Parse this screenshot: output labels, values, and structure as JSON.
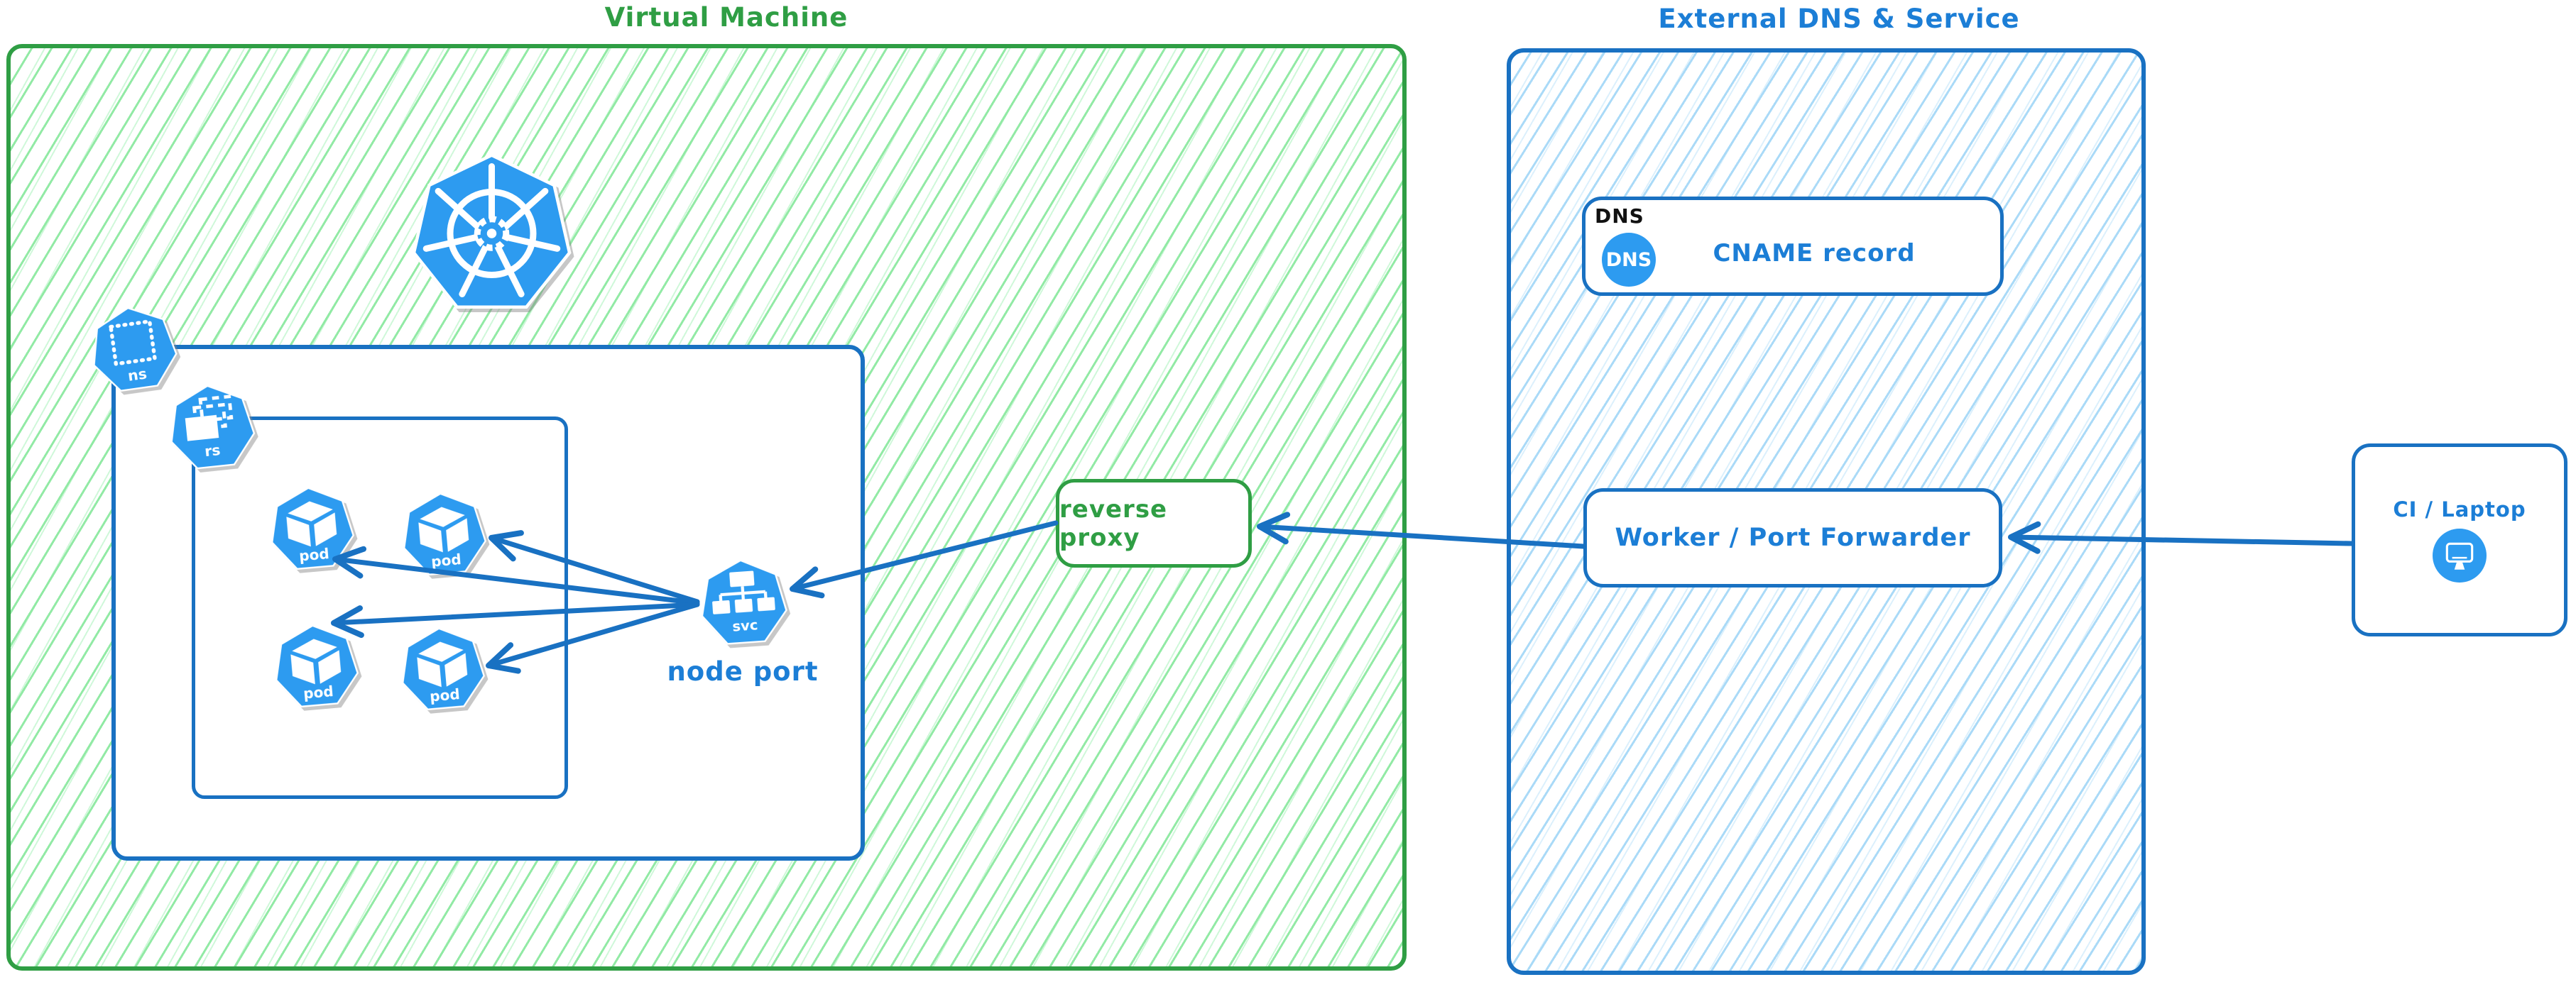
{
  "colors": {
    "green_border": "#2f9e44",
    "green_hatch": "#8ce99a",
    "blue_border": "#1971c2",
    "blue_text": "#1c7ed6",
    "icon_blue": "#2d9bf0",
    "black_text": "#111111",
    "shadow_gray": "#b8b8b8"
  },
  "vm": {
    "title": "Virtual Machine",
    "kubernetes_logo": "kubernetes-wheel-icon",
    "namespace": {
      "icon_label": "ns"
    },
    "replicaset": {
      "icon_label": "rs"
    },
    "pods": [
      {
        "label": "pod"
      },
      {
        "label": "pod"
      },
      {
        "label": "pod"
      },
      {
        "label": "pod"
      }
    ],
    "service": {
      "icon_label": "svc",
      "caption": "node port"
    },
    "reverse_proxy_label": "reverse proxy"
  },
  "external": {
    "title": "External DNS & Service",
    "dns_card": {
      "corner_tag": "DNS",
      "badge": "DNS",
      "label": "CNAME record"
    },
    "worker_label": "Worker / Port Forwarder"
  },
  "client": {
    "label": "CI / Laptop",
    "icon": "monitor-icon"
  },
  "connections": [
    {
      "from": "ci-laptop",
      "to": "worker-port-forwarder"
    },
    {
      "from": "worker-port-forwarder",
      "to": "reverse-proxy"
    },
    {
      "from": "reverse-proxy",
      "to": "node-port-service"
    },
    {
      "from": "node-port-service",
      "to": "pod-1"
    },
    {
      "from": "node-port-service",
      "to": "pod-2"
    },
    {
      "from": "node-port-service",
      "to": "pod-3"
    },
    {
      "from": "node-port-service",
      "to": "pod-4"
    }
  ]
}
